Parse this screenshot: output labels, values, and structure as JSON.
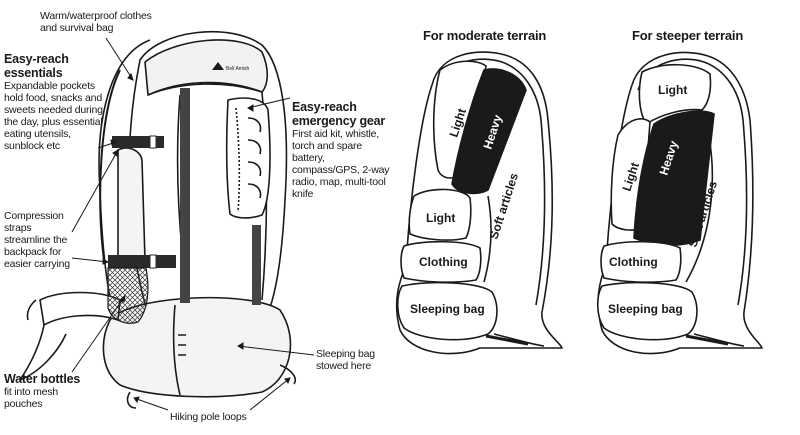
{
  "backpack": {
    "brand": "Bell Amish",
    "callouts": {
      "top": {
        "text": "Warm/waterproof clothes and survival bag"
      },
      "essentials": {
        "title": "Easy-reach essentials",
        "text": "Expandable pockets hold food, snacks and sweets needed during the day, plus essential eating utensils, sunblock etc"
      },
      "emergency": {
        "title": "Easy-reach emergency gear",
        "text": "First aid kit, whistle, torch and spare battery, compass/GPS, 2-way radio, map, multi-tool knife"
      },
      "compression": {
        "text": "Compression straps streamline the backpack for easier carrying"
      },
      "water": {
        "title": "Water bottles",
        "text": "fit into mesh pouches"
      },
      "sleeping": {
        "text": "Sleeping bag stowed here"
      },
      "pole": {
        "text": "Hiking pole loops"
      }
    }
  },
  "packing": {
    "moderate": {
      "title": "For moderate terrain",
      "zones": {
        "light_top": "Light",
        "heavy": "Heavy",
        "soft": "Soft articles",
        "light_mid": "Light",
        "clothing": "Clothing",
        "sleeping": "Sleeping bag"
      }
    },
    "steeper": {
      "title": "For steeper terrain",
      "zones": {
        "light_top": "Light",
        "light_left": "Light",
        "heavy": "Heavy",
        "soft": "Soft articles",
        "clothing": "Clothing",
        "sleeping": "Sleeping bag"
      }
    }
  }
}
